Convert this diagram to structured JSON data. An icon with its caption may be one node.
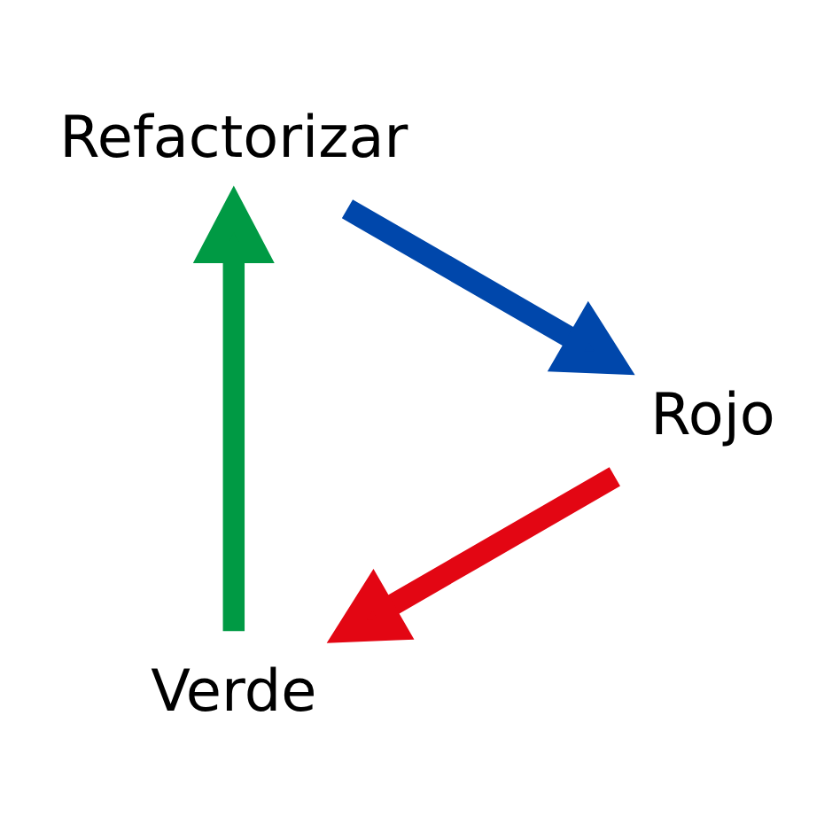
{
  "diagram": {
    "nodes": [
      {
        "text": [
          "Verde"
        ]
      },
      {
        "text": [
          "Refactorizar"
        ]
      },
      {
        "text": [
          "Rojo"
        ]
      }
    ],
    "edges": [
      {
        "from": 0,
        "to": 1,
        "arrow": "to",
        "color": "#009a44"
      },
      {
        "from": 1,
        "to": 2,
        "arrow": "to",
        "color": "#0047ab"
      },
      {
        "from": 2,
        "to": 0,
        "arrow": "to",
        "color": "#e30613"
      }
    ]
  }
}
